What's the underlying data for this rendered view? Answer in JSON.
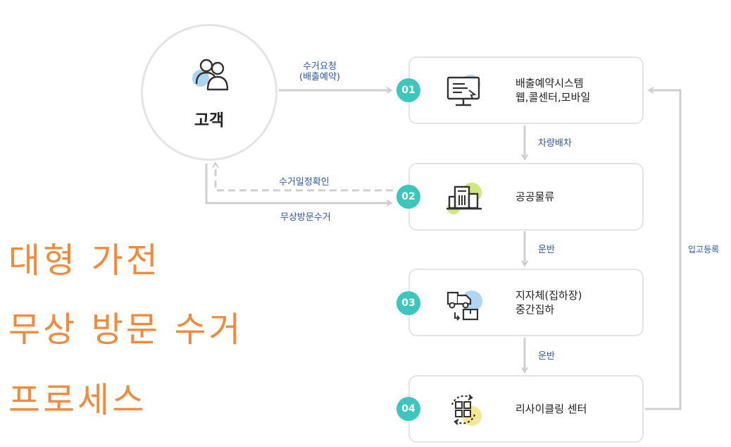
{
  "customer": {
    "label": "고객"
  },
  "steps": [
    {
      "badge": "01",
      "line1": "배출예약시스템",
      "line2": "웹,콜센터,모바일"
    },
    {
      "badge": "02",
      "line1": "공공물류",
      "line2": ""
    },
    {
      "badge": "03",
      "line1": "지자체(집하장)",
      "line2": "중간집하"
    },
    {
      "badge": "04",
      "line1": "리사이클링 센터",
      "line2": ""
    }
  ],
  "flow_labels": {
    "request_line1": "수거요청",
    "request_line2": "(배출예약)",
    "confirm": "수거일정확인",
    "visit": "무상방문수거",
    "dispatch": "차량배차",
    "transport_1": "운반",
    "transport_2": "운반",
    "register": "입고등록"
  },
  "title": {
    "line1": "대형 가전",
    "line2": "무상 방문 수거",
    "line3": "프로세스"
  },
  "colors": {
    "badge": "#3dc6bb",
    "title": "#f08a3c",
    "flow_label": "#2c56a8",
    "arrow": "#cfcfcf",
    "icon_accent_blue": "#8ec5ee",
    "icon_accent_green": "#c8e36a",
    "icon_accent_yellow": "#f3e48a"
  },
  "icons": [
    "people-icon",
    "monitor-icon",
    "building-icon",
    "truck-icon",
    "recycle-icon"
  ]
}
